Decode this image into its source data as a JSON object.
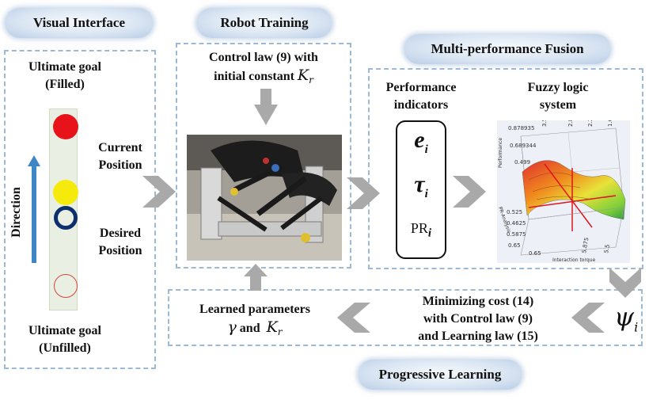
{
  "pills": {
    "visual_interface": "Visual Interface",
    "robot_training": "Robot Training",
    "multi_performance_fusion": "Multi-performance Fusion",
    "progressive_learning": "Progressive Learning"
  },
  "visual_interface": {
    "ultimate_goal_filled_line1": "Ultimate goal",
    "ultimate_goal_filled_line2": "(Filled)",
    "ultimate_goal_unfilled_line1": "Ultimate goal",
    "ultimate_goal_unfilled_line2": "(Unfilled)",
    "current_position_line1": "Current",
    "current_position_line2": "Position",
    "desired_position_line1": "Desired",
    "desired_position_line2": "Position",
    "direction": "Direction",
    "colors": {
      "filled_goal": "#e8121a",
      "current": "#f5ea0c",
      "desired": "#0c2f6e",
      "unfilled_goal": "#d9443c",
      "direction_arrow": "#3f86c6"
    }
  },
  "robot_training": {
    "control_law_line1": "Control law (9) with",
    "control_law_line2": "initial constant",
    "k_symbol": "K",
    "k_sub": "r"
  },
  "fusion": {
    "performance_indicators_line1": "Performance",
    "performance_indicators_line2": "indicators",
    "fuzzy_line1": "Fuzzy logic",
    "fuzzy_line2": "system",
    "indicator_e": "e",
    "indicator_tau": "τ",
    "indicator_pr": "PR",
    "sub_i": "i"
  },
  "fuzzy_plot_labels": {
    "z1": "0.878935",
    "z2": "0.689344",
    "z3": "0.499",
    "t1": "3.5",
    "t2": "2.875",
    "t3": "2.25",
    "t4": "1.625",
    "axis_left": "Performance",
    "axis_mid": "PR-Analysis",
    "b1": "0.525",
    "b2": "0.4625",
    "b3": "0.5875",
    "b4": "0.65",
    "b5": "0.65",
    "b6": "5.875",
    "b7": "5.5",
    "axis_bottom": "Interaction torque"
  },
  "progressive": {
    "psi": "ψ",
    "psi_sub": "i",
    "minimizing_line1": "Minimizing cost (14)",
    "minimizing_line2": "with Control law (9)",
    "minimizing_line3": "and Learning law (15)",
    "learned_line1": "Learned parameters",
    "gamma": "γ",
    "and_word": "and",
    "k_symbol": "K",
    "k_sub": "r"
  }
}
